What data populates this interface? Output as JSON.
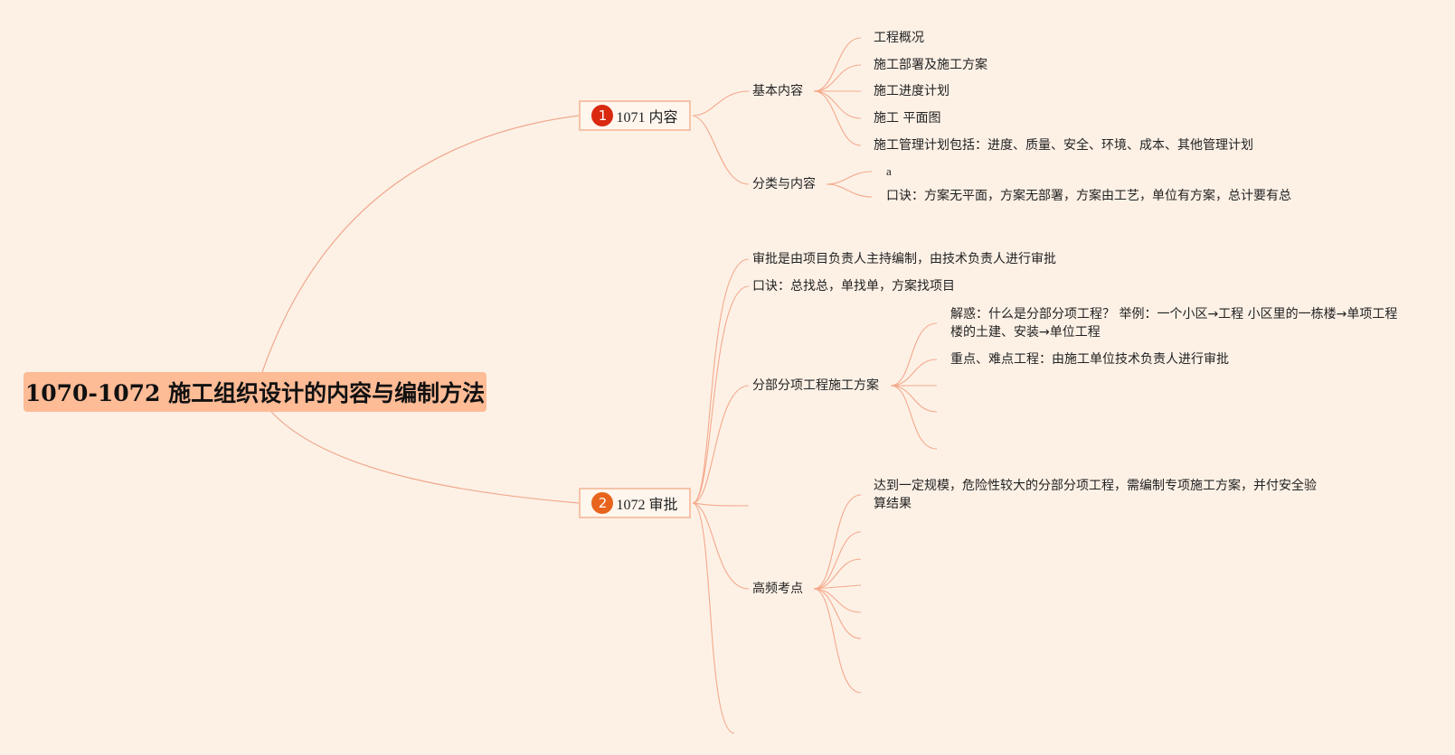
{
  "root": {
    "title": "1070-1072 施工组织设计的内容与编制方法"
  },
  "branches": [
    {
      "number": "1",
      "label": "1071 内容",
      "badge_color": "#d9290f",
      "children": [
        {
          "label": "基本内容",
          "children": [
            "工程概况",
            "施工部署及施工方案",
            "施工进度计划",
            "施工 平面图",
            "施工管理计划包括：进度、质量、安全、环境、成本、其他管理计划"
          ]
        },
        {
          "label": "分类与内容",
          "children": [
            "a",
            "口诀：方案无平面，方案无部署，方案由工艺，单位有方案，总计要有总"
          ]
        }
      ]
    },
    {
      "number": "2",
      "label": "1072 审批",
      "badge_color": "#e8641c",
      "children": [
        {
          "label": "审批是由项目负责人主持编制，由技术负责人进行审批"
        },
        {
          "label": "口诀：总找总，单找单，方案找项目"
        },
        {
          "label": "分部分项工程施工方案",
          "children": [
            "解惑：什么是分部分项工程？ 举例：一个小区→工程 小区里的一栋楼→单项工程 楼的土建、安装→单位工程",
            "重点、难点工程：由施工单位技术负责人进行审批"
          ]
        },
        {
          "label": "高频考点",
          "children": [
            "达到一定规模，危险性较大的分部分项工程，需编制专项施工方案，并付安全验算结果"
          ]
        }
      ]
    }
  ]
}
